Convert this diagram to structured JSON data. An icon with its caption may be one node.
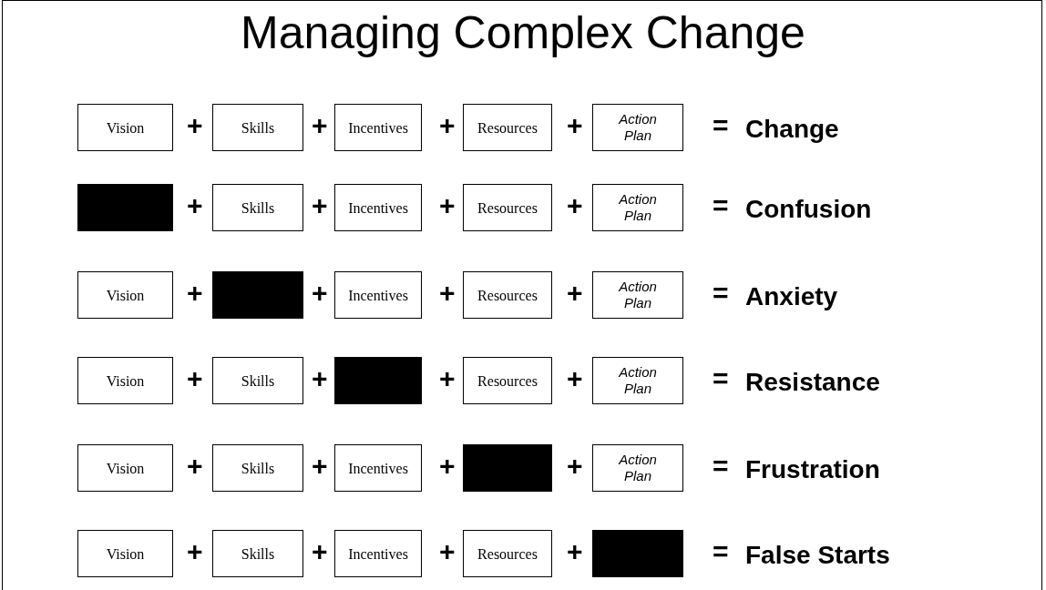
{
  "diagram": {
    "title": "Managing Complex Change",
    "nodes": [
      {
        "text": [
          "Vision"
        ]
      },
      {
        "text": [
          "Skills"
        ]
      },
      {
        "text": [
          "Incentives"
        ]
      },
      {
        "text": [
          "Resources"
        ]
      },
      {
        "text": [
          "Action Plan"
        ]
      },
      {
        "text": [],
        "shape": "box"
      },
      {
        "text": [
          "Skills"
        ]
      },
      {
        "text": [
          "Incentives"
        ]
      },
      {
        "text": [
          "Resources"
        ]
      },
      {
        "text": [
          "Action Plan"
        ]
      },
      {
        "text": [
          "Vision"
        ]
      },
      {
        "text": [],
        "shape": "box"
      },
      {
        "text": [
          "Incentives"
        ]
      },
      {
        "text": [
          "Resources"
        ]
      },
      {
        "text": [
          "Action Plan"
        ]
      },
      {
        "text": [
          "Vision"
        ]
      },
      {
        "text": [
          "Skills"
        ]
      },
      {
        "text": [],
        "shape": "box"
      },
      {
        "text": [
          "Resources"
        ]
      },
      {
        "text": [
          "Action Plan"
        ]
      },
      {
        "text": [
          "Vision"
        ]
      },
      {
        "text": [
          "Skills"
        ]
      },
      {
        "text": [
          "Incentives"
        ]
      },
      {
        "text": [],
        "shape": "box"
      },
      {
        "text": [
          "Action Plan"
        ]
      },
      {
        "text": [
          "Vision"
        ]
      },
      {
        "text": [
          "Skills"
        ]
      },
      {
        "text": [
          "Incentives"
        ]
      },
      {
        "text": [
          "Resources"
        ]
      },
      {
        "text": [],
        "shape": "box"
      }
    ],
    "labels": [
      "+",
      "+",
      "+",
      "+",
      "=",
      "Change",
      "+",
      "+",
      "+",
      "+",
      "=",
      "Confusion",
      "+",
      "+",
      "+",
      "+",
      "=",
      "Anxiety",
      "+",
      "+",
      "+",
      "+",
      "=",
      "Resistance",
      "+",
      "+",
      "+",
      "+",
      "=",
      "Frustration",
      "+",
      "+",
      "+",
      "+",
      "=",
      "False Starts"
    ]
  }
}
